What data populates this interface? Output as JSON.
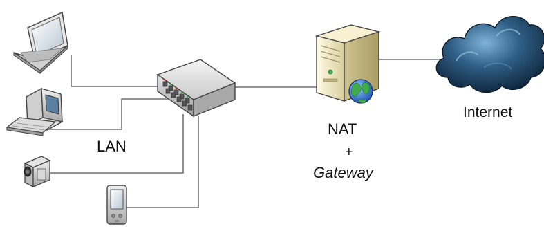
{
  "labels": {
    "lan": "LAN",
    "nat": "NAT",
    "plus": "+",
    "gateway": "Gateway",
    "internet": "Internet"
  },
  "icons": {
    "laptop": "laptop-icon",
    "desktop": "desktop-computer-icon",
    "camera": "video-camera-icon",
    "pda": "pda-icon",
    "switch": "network-switch-icon",
    "server": "server-icon",
    "globe": "globe-icon",
    "cloud": "cloud-icon"
  },
  "colors": {
    "line": "#555555",
    "server_body": "#f3ecc7",
    "cloud_dark": "#0e2a44",
    "cloud_light": "#6fa4c9",
    "switch_body": "#d9d9d9",
    "port_led_green": "#3fae49",
    "port_led_red": "#d23a2d"
  }
}
